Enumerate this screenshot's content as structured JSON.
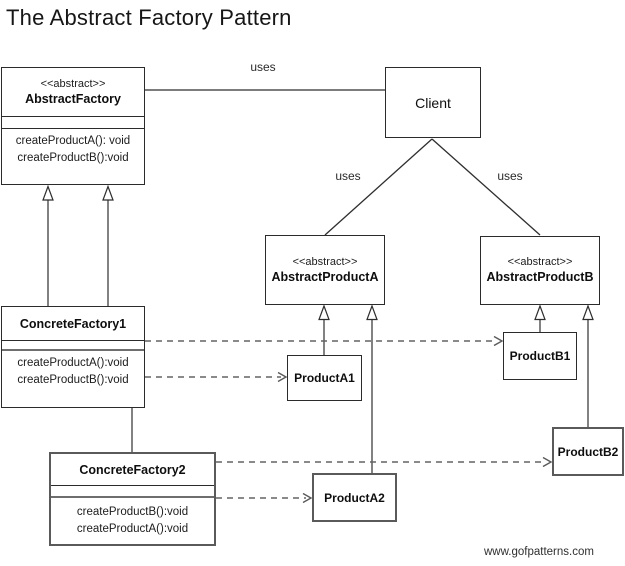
{
  "title": "The Abstract Factory Pattern",
  "watermark": "www.gofpatterns.com",
  "edge_labels": {
    "uses_client_factory": "uses",
    "uses_client_product_a": "uses",
    "uses_client_product_b": "uses"
  },
  "classes": {
    "abstract_factory": {
      "stereotype": "<<abstract>>",
      "name": "AbstractFactory",
      "methods": [
        "createProductA(): void",
        "createProductB():void"
      ]
    },
    "client": {
      "name": "Client"
    },
    "abstract_product_a": {
      "stereotype": "<<abstract>>",
      "name": "AbstractProductA"
    },
    "abstract_product_b": {
      "stereotype": "<<abstract>>",
      "name": "AbstractProductB"
    },
    "concrete_factory_1": {
      "name": "ConcreteFactory1",
      "methods": [
        "createProductA():void",
        "createProductB():void"
      ]
    },
    "concrete_factory_2": {
      "name": "ConcreteFactory2",
      "methods": [
        "createProductB():void",
        "createProductA():void"
      ]
    },
    "product_a1": {
      "name": "ProductA1"
    },
    "product_a2": {
      "name": "ProductA2"
    },
    "product_b1": {
      "name": "ProductB1"
    },
    "product_b2": {
      "name": "ProductB2"
    }
  },
  "colors": {
    "solid_line": "#2e2e2e",
    "dashed_line": "#646464",
    "background": "#ffffff",
    "text": "#111111"
  }
}
